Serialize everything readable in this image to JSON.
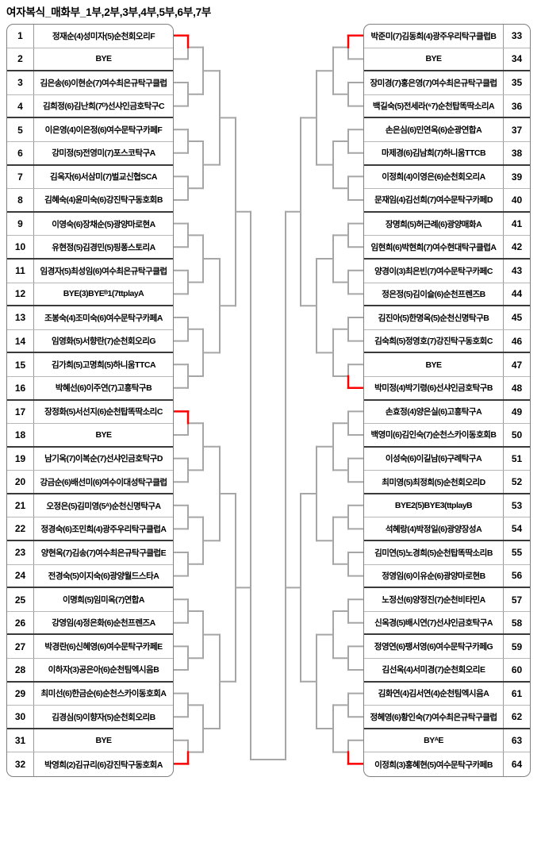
{
  "title": "여자복식_매화부_1부,2부,3부,4부,5부,6부,7부",
  "colors": {
    "bracket_line": "#a6a6a6",
    "red_highlight": "#ff0000",
    "thick_separator": "#3a3a3a",
    "thin_separator": "#b7b7b7",
    "table_border": "#808080",
    "text": "#000000"
  },
  "bracket": {
    "bye_text": "BYE",
    "red_advance_seeds": [
      1,
      17,
      32,
      33,
      48,
      64
    ],
    "left": [
      {
        "seed": "1",
        "team": "정재순(4)성미자(5)순천회오리F"
      },
      {
        "seed": "2",
        "team": "BYE"
      },
      {
        "seed": "3",
        "team": "김은송(6)이현순(7)여수최은규탁구클럽"
      },
      {
        "seed": "4",
        "team": "김희정(6)김난희(7ᴰ)선샤인금호탁구C"
      },
      {
        "seed": "5",
        "team": "이은영(4)이은정(6)여수문탁구카페F"
      },
      {
        "seed": "6",
        "team": "강미정(5)전영미(7)포스코탁구A"
      },
      {
        "seed": "7",
        "team": "김옥자(6)서삼미(7)벌교신협SCA"
      },
      {
        "seed": "8",
        "team": "김혜숙(4)윤미숙(6)강진탁구동호회B"
      },
      {
        "seed": "9",
        "team": "이영숙(6)장채순(5)광양마로현A"
      },
      {
        "seed": "10",
        "team": "유현정(5)김경민(5)핑퐁스토리A"
      },
      {
        "seed": "11",
        "team": "임경자(5)최성임(6)여수최은규탁구클럽"
      },
      {
        "seed": "12",
        "team": "BYE(3)BYEᴮ1(7ttplayA"
      },
      {
        "seed": "13",
        "team": "조봉숙(4)조미숙(6)여수문탁구카페A"
      },
      {
        "seed": "14",
        "team": "임영화(5)서향란(7)순천회오리G"
      },
      {
        "seed": "15",
        "team": "김가희(5)고명희(5)하니움TTCA"
      },
      {
        "seed": "16",
        "team": "박혜선(6)이주연(7)고흥탁구B"
      },
      {
        "seed": "17",
        "team": "장정화(5)서선지(6)순천탑똑딱소리C"
      },
      {
        "seed": "18",
        "team": "BYE"
      },
      {
        "seed": "19",
        "team": "남기옥(7)이복순(7)선샤인금호탁구D"
      },
      {
        "seed": "20",
        "team": "강금순(6)배선미(6)여수이대성탁구클럽"
      },
      {
        "seed": "21",
        "team": "오정은(5)김미영(5ᴬ)순천신명탁구A"
      },
      {
        "seed": "22",
        "team": "정경숙(6)조민희(4)광주우리탁구클럽A"
      },
      {
        "seed": "23",
        "team": "양현옥(7)김송(7)여수최은규탁구클럽E"
      },
      {
        "seed": "24",
        "team": "전경숙(5)이지숙(6)광양월드스타A"
      },
      {
        "seed": "25",
        "team": "이명희(5)임미옥(7)연합A"
      },
      {
        "seed": "26",
        "team": "강영임(4)정은화(6)순천프렌즈A"
      },
      {
        "seed": "27",
        "team": "박경란(6)신혜영(6)여수문탁구카페E"
      },
      {
        "seed": "28",
        "team": "이하자(3)공은아(6)순천팀엑시음B"
      },
      {
        "seed": "29",
        "team": "최미선(6)한금순(6)순천스카이동호회A"
      },
      {
        "seed": "30",
        "team": "김경심(5)이향자(5)순천회오리B"
      },
      {
        "seed": "31",
        "team": "BYE"
      },
      {
        "seed": "32",
        "team": "박영희(2)김규리(6)강진탁구동호회A"
      }
    ],
    "right": [
      {
        "seed": "33",
        "team": "박준미(7)김동희(4)광주우리탁구클럽B"
      },
      {
        "seed": "34",
        "team": "BYE"
      },
      {
        "seed": "35",
        "team": "장미경(7)홍은영(7)여수최은규탁구클럽"
      },
      {
        "seed": "36",
        "team": "백길숙(5)전세라(⁶7)순천탑똑딱소리A"
      },
      {
        "seed": "37",
        "team": "손은심(6)민연옥(6)순광연합A"
      },
      {
        "seed": "38",
        "team": "마제경(6)김남희(7)하니움TTCB"
      },
      {
        "seed": "39",
        "team": "이정희(4)이영은(6)순천회오리A"
      },
      {
        "seed": "40",
        "team": "문재임(4)김선희(7)여수문탁구카페D"
      },
      {
        "seed": "41",
        "team": "장명희(5)허근례(6)광양매화A"
      },
      {
        "seed": "42",
        "team": "임현희(6)박현희(7)여수현대탁구클럽A"
      },
      {
        "seed": "43",
        "team": "양경이(3)최은빈(7)여수문탁구카페C"
      },
      {
        "seed": "44",
        "team": "정은정(5)김이슬(6)순천프렌즈B"
      },
      {
        "seed": "45",
        "team": "김진아(5)한명옥(5)순천신명탁구B"
      },
      {
        "seed": "46",
        "team": "김숙희(5)정영호(7)강진탁구동호회C"
      },
      {
        "seed": "47",
        "team": "BYE"
      },
      {
        "seed": "48",
        "team": "박미정(4)박기령(6)선샤인금호탁구B"
      },
      {
        "seed": "49",
        "team": "손효정(4)양은실(6)고흥탁구A"
      },
      {
        "seed": "50",
        "team": "백영미(6)김인숙(7)순천스카이동호회B"
      },
      {
        "seed": "51",
        "team": "이성숙(6)이길남(6)구례탁구A"
      },
      {
        "seed": "52",
        "team": "최미영(5)최정희(5)순천회오리D"
      },
      {
        "seed": "53",
        "team": "BYE2(5)BYE3(ttplayB"
      },
      {
        "seed": "54",
        "team": "석혜랑(4)박정일(6)광양장성A"
      },
      {
        "seed": "55",
        "team": "김미연(5)노경희(5)순천탑똑딱소리B"
      },
      {
        "seed": "56",
        "team": "정영임(6)이유순(6)광양마로현B"
      },
      {
        "seed": "57",
        "team": "노정선(6)양정진(7)순천비타민A"
      },
      {
        "seed": "58",
        "team": "신옥경(5)배시연(7)선샤인금호탁구A"
      },
      {
        "seed": "59",
        "team": "정영연(6)팽서영(6)여수문탁구카페G"
      },
      {
        "seed": "60",
        "team": "김선옥(4)서미경(7)순천회오리E"
      },
      {
        "seed": "61",
        "team": "김화연(4)김서연(4)순천팀엑시음A"
      },
      {
        "seed": "62",
        "team": "정혜영(6)황인숙(7)여수최은규탁구클럽"
      },
      {
        "seed": "63",
        "team": "BYᴬE"
      },
      {
        "seed": "64",
        "team": "이정희(3)홍혜현(5)여수문탁구카페B"
      }
    ]
  }
}
